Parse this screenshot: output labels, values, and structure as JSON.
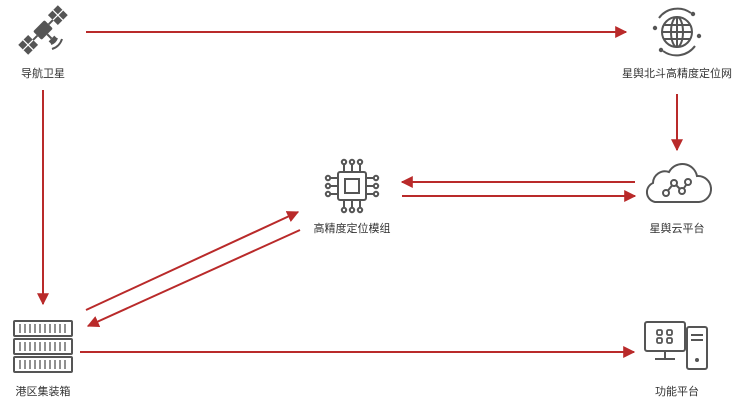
{
  "nodes": {
    "satellite": {
      "label": "导航卫星",
      "icon": "satellite-icon"
    },
    "network": {
      "label": "星舆北斗高精度定位网",
      "icon": "globe-network-icon"
    },
    "cloud": {
      "label": "星舆云平台",
      "icon": "cloud-network-icon"
    },
    "module": {
      "label": "高精度定位模组",
      "icon": "chip-icon"
    },
    "container": {
      "label": "港区集装箱",
      "icon": "shipping-container-icon"
    },
    "platform": {
      "label": "功能平台",
      "icon": "computer-workstation-icon"
    }
  },
  "colors": {
    "arrow": "#b92a2a",
    "icon": "#555555",
    "text": "#333333"
  }
}
